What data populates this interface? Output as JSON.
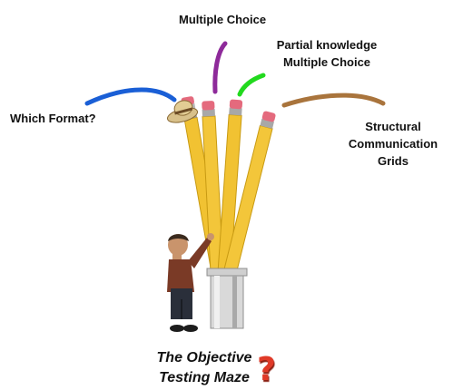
{
  "labels": {
    "multiple_choice": "Multiple Choice",
    "partial_line1": "Partial knowledge",
    "partial_line2": "Multiple Choice",
    "which_format": "Which Format?",
    "scg_line1": "Structural",
    "scg_line2": "Communication",
    "scg_line3": "Grids"
  },
  "caption": {
    "line1": "The Objective",
    "line2": "Testing Maze"
  },
  "question_mark": "?",
  "connector_colors": {
    "which_format": "#1a5fd6",
    "multiple_choice": "#8e2a9a",
    "partial_knowledge": "#22d91e",
    "structural_grids": "#a9743c"
  },
  "icons": [
    "hat-icon",
    "pencil-icon",
    "boy-icon",
    "question-mark-icon"
  ]
}
